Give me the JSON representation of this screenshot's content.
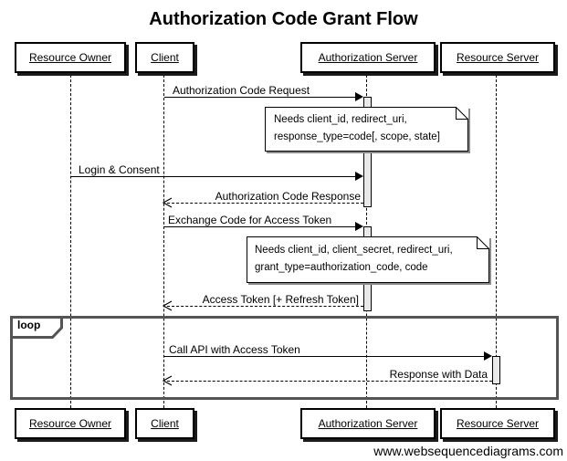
{
  "title": "Authorization Code Grant Flow",
  "watermark": "www.websequencediagrams.com",
  "actors": [
    {
      "name": "Resource Owner"
    },
    {
      "name": "Client"
    },
    {
      "name": "Authorization Server"
    },
    {
      "name": "Resource Server"
    }
  ],
  "messages": [
    {
      "label": "Authorization Code Request",
      "from": "Client",
      "to": "Authorization Server",
      "line": "solid"
    },
    {
      "label": "Login & Consent",
      "from": "Resource Owner",
      "to": "Authorization Server",
      "line": "solid"
    },
    {
      "label": "Authorization Code Response",
      "from": "Authorization Server",
      "to": "Client",
      "line": "dashed"
    },
    {
      "label": "Exchange Code for Access Token",
      "from": "Client",
      "to": "Authorization Server",
      "line": "solid"
    },
    {
      "label": "Access Token [+ Refresh Token]",
      "from": "Authorization Server",
      "to": "Client",
      "line": "dashed"
    },
    {
      "label": "Call API with Access Token",
      "from": "Client",
      "to": "Resource Server",
      "line": "solid"
    },
    {
      "label": "Response with Data",
      "from": "Resource Server",
      "to": "Client",
      "line": "dashed"
    }
  ],
  "notes": [
    {
      "text_line1": "Needs client_id, redirect_uri,",
      "text_line2": "response_type=code[, scope, state]"
    },
    {
      "text_line1": "Needs client_id, client_secret, redirect_uri,",
      "text_line2": "grant_type=authorization_code, code"
    }
  ],
  "fragment": {
    "label": "loop"
  },
  "colors": {
    "background": "#ffffff",
    "stroke": "#000000",
    "activation_fill": "#e9e9e9",
    "fragment_border": "#545454"
  }
}
